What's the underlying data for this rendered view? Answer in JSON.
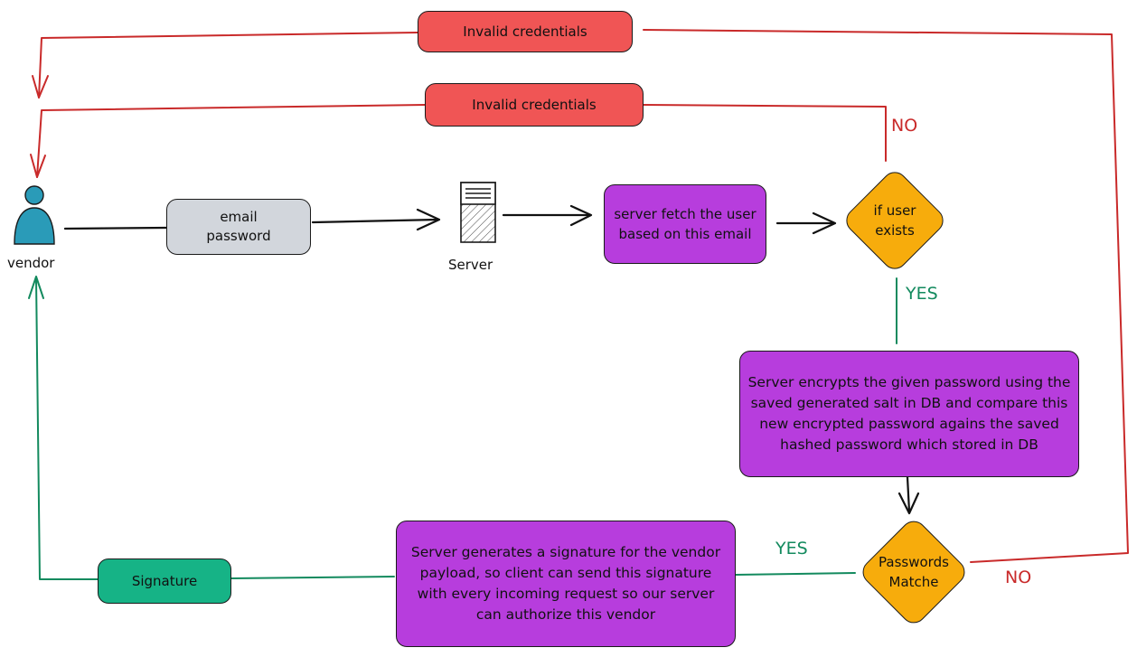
{
  "colors": {
    "red_line": "#c92a2a",
    "green_line": "#138a5e",
    "black_line": "#111111",
    "red_fill": "#f05555",
    "gray_fill": "#d2d6dc",
    "purple_fill": "#b73ddd",
    "green_fill": "#16b386",
    "diamond_fill": "#f7ac0c",
    "actor_fill": "#2a9bb8"
  },
  "actor": {
    "label": "vendor",
    "icon": "person-icon"
  },
  "server": {
    "label": "Server",
    "icon": "server-icon"
  },
  "nodes": {
    "credentials": "email\npassword",
    "fetch_user": "server fetch the user based on this email",
    "user_exists": "if user exists",
    "encrypt": "Server encrypts the given password using the saved generated salt in DB and compare this new encrypted password agains the saved hashed password which stored in DB",
    "passwords_match": "Passwords Matche",
    "generate_signature": "Server generates a signature for the vendor payload, so client can send this signature with every incoming request so our server can authorize this vendor",
    "signature": "Signature",
    "invalid_top": "Invalid credentials",
    "invalid_second": "Invalid credentials"
  },
  "edge_labels": {
    "user_exists_no": "NO",
    "user_exists_yes": "YES",
    "passwords_match_yes": "YES",
    "passwords_match_no": "NO"
  }
}
